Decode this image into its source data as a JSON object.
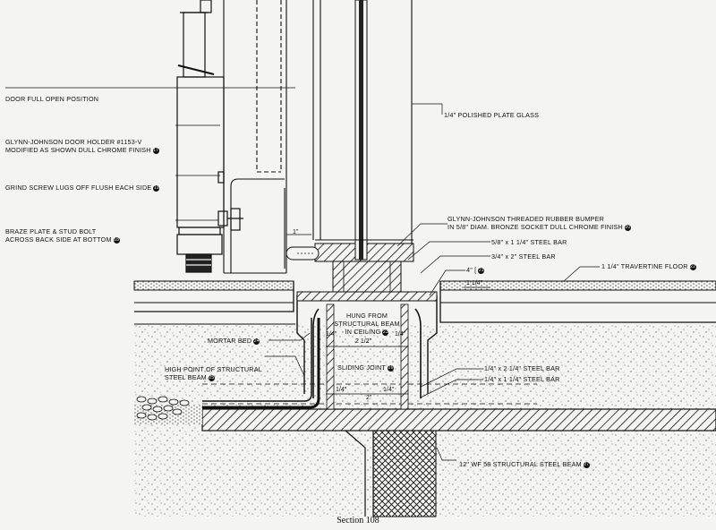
{
  "callouts": {
    "door_full_open": "DOOR FULL OPEN POSITION",
    "door_holder_line1": "GLYNN-JOHNSON DOOR HOLDER #1153-V",
    "door_holder_line2": "MODIFIED AS SHOWN DULL CHROME FINISH",
    "door_holder_ref": "17",
    "grind_screw": "GRIND SCREW LUGS OFF FLUSH EACH SIDE",
    "grind_screw_ref": "19",
    "braze_line1": "BRAZE PLATE & STUD BOLT",
    "braze_line2": "ACROSS BACK SIDE AT BOTTOM",
    "braze_ref": "18",
    "glass": "1/4\" POLISHED PLATE GLASS",
    "bumper_line1": "GLYNN-JOHNSON THREADED RUBBER BUMPER",
    "bumper_line2": "IN 5/8\" DIAM. BRONZE SOCKET DULL CHROME FINISH",
    "bumper_ref": "20",
    "bar_58": "5/8\" x 1 1/4\" STEEL BAR",
    "bar_34": "3/4\" x 2\" STEEL BAR",
    "channel": "4\" [",
    "channel_ref": "21",
    "travertine": "1 1/4\" TRAVERTINE FLOOR",
    "travertine_ref": "22",
    "hung_line1": "HUNG FROM",
    "hung_line2": "STRUCTURAL BEAM",
    "hung_line3": "IN CEILING",
    "hung_ref": "23",
    "mortar": "MORTAR BED",
    "mortar_ref": "24",
    "high_point_line1": "HIGH POINT OF STRUCTURAL",
    "high_point_line2": "STEEL BEAM",
    "high_point_ref": "25",
    "sliding": "SLIDING JOINT",
    "sliding_ref": "26",
    "bar_14a": "1/4\" x 2 1/4\" STEEL BAR",
    "bar_14b": "1/4\" x 1 1/4\" STEEL BAR",
    "beam": "12\" WF 58 STRUCTURAL STEEL BEAM",
    "beam_ref": "27"
  },
  "dimensions": {
    "d_1in": "1\"",
    "d_1_14": "1 1/4\"",
    "d_14_left_top": "1/4\"",
    "d_2_12": "2 1/2\"",
    "d_14_right_top": "1/4\"",
    "d_14_left_bot": "1/4\"",
    "d_14_right_bot": "1/4\"",
    "d_2in": "2\""
  },
  "caption": "Section 108"
}
